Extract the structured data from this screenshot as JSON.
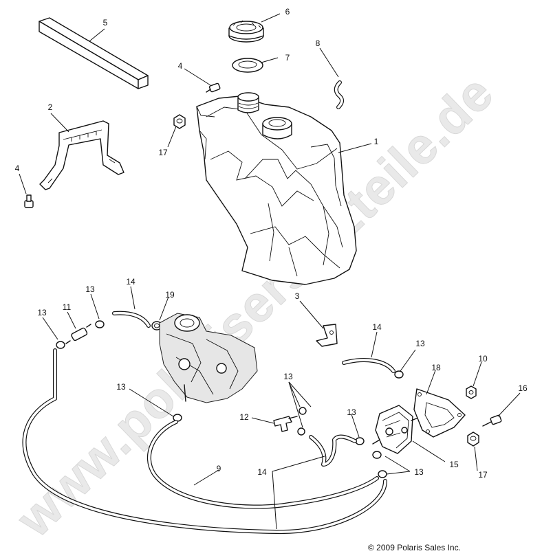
{
  "watermark": "www.polarisersatzteile.de",
  "copyright": "© 2009 Polaris Sales Inc.",
  "callouts": {
    "c1": "1",
    "c2": "2",
    "c3": "3",
    "c4a": "4",
    "c4b": "4",
    "c5": "5",
    "c6": "6",
    "c7": "7",
    "c8": "8",
    "c9": "9",
    "c10": "10",
    "c11": "11",
    "c12": "12",
    "c13a": "13",
    "c13b": "13",
    "c13c": "13",
    "c13d": "13",
    "c13e": "13",
    "c13f": "13",
    "c13g": "13",
    "c14a": "14",
    "c14b": "14",
    "c14c": "14",
    "c15": "15",
    "c16": "16",
    "c17a": "17",
    "c17b": "17",
    "c18": "18",
    "c19": "19"
  },
  "colors": {
    "line": "#111111",
    "watermark": "#e9e9e9",
    "background": "#ffffff"
  }
}
